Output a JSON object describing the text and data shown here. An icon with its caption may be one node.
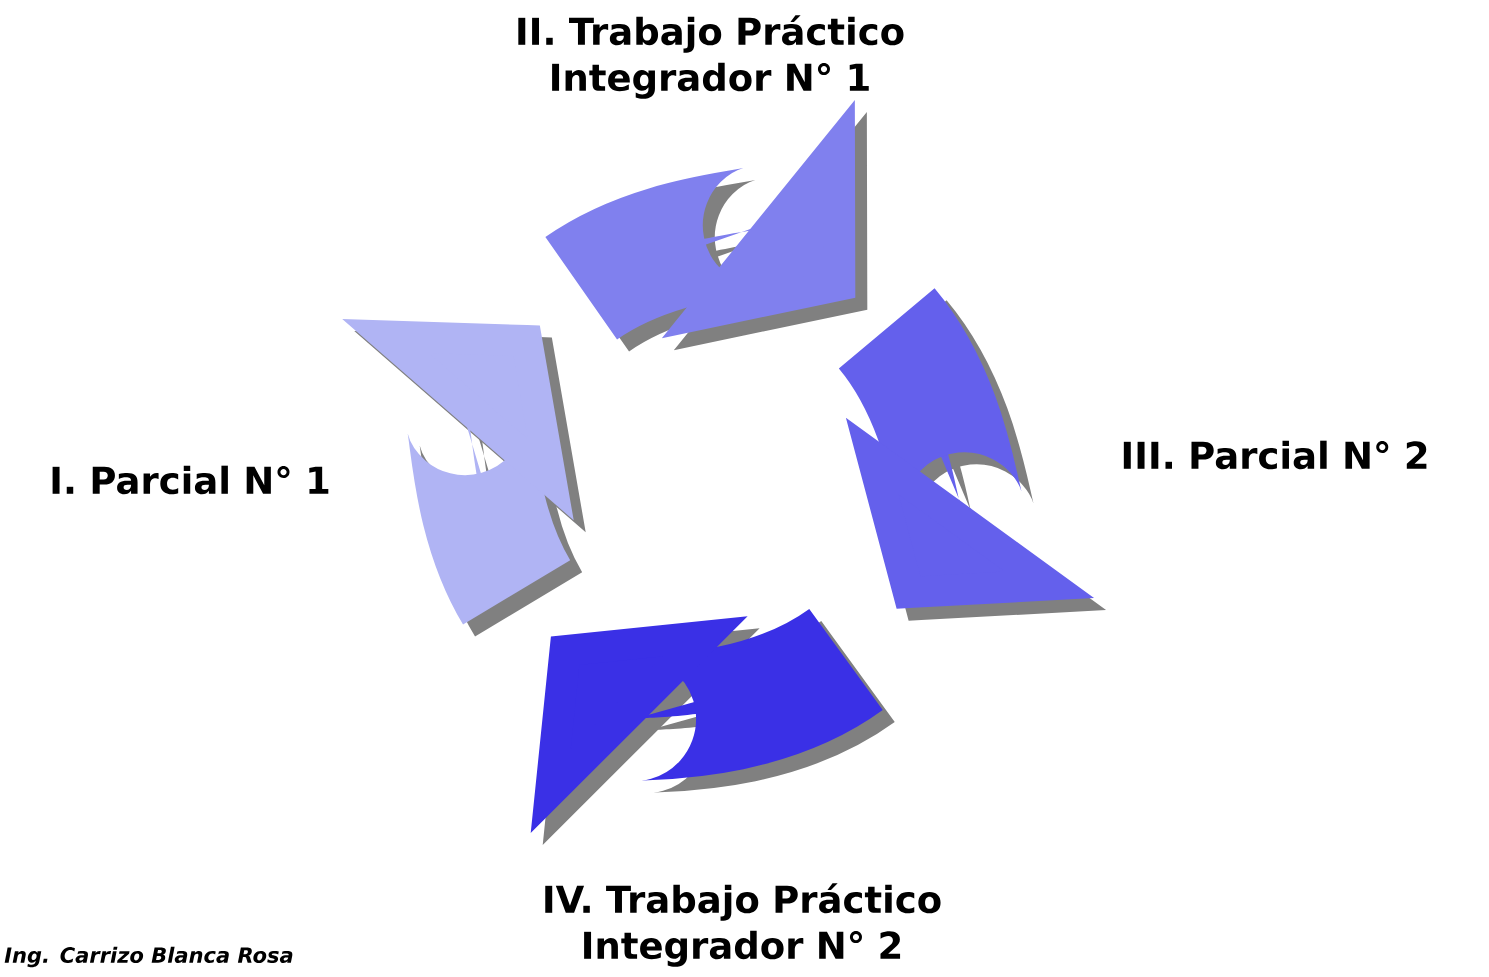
{
  "diagram": {
    "nodes": [
      {
        "text": [
          "I. Parcial N° 1"
        ]
      },
      {
        "text": [
          "II. Trabajo Práctico Integrador N° 1"
        ]
      },
      {
        "text": [
          "III. Parcial N° 2"
        ]
      },
      {
        "text": [
          "IV. Trabajo Práctico Integrador N° 2"
        ]
      }
    ],
    "labels": [
      "Ing. Carrizo Blanca Rosa"
    ]
  }
}
